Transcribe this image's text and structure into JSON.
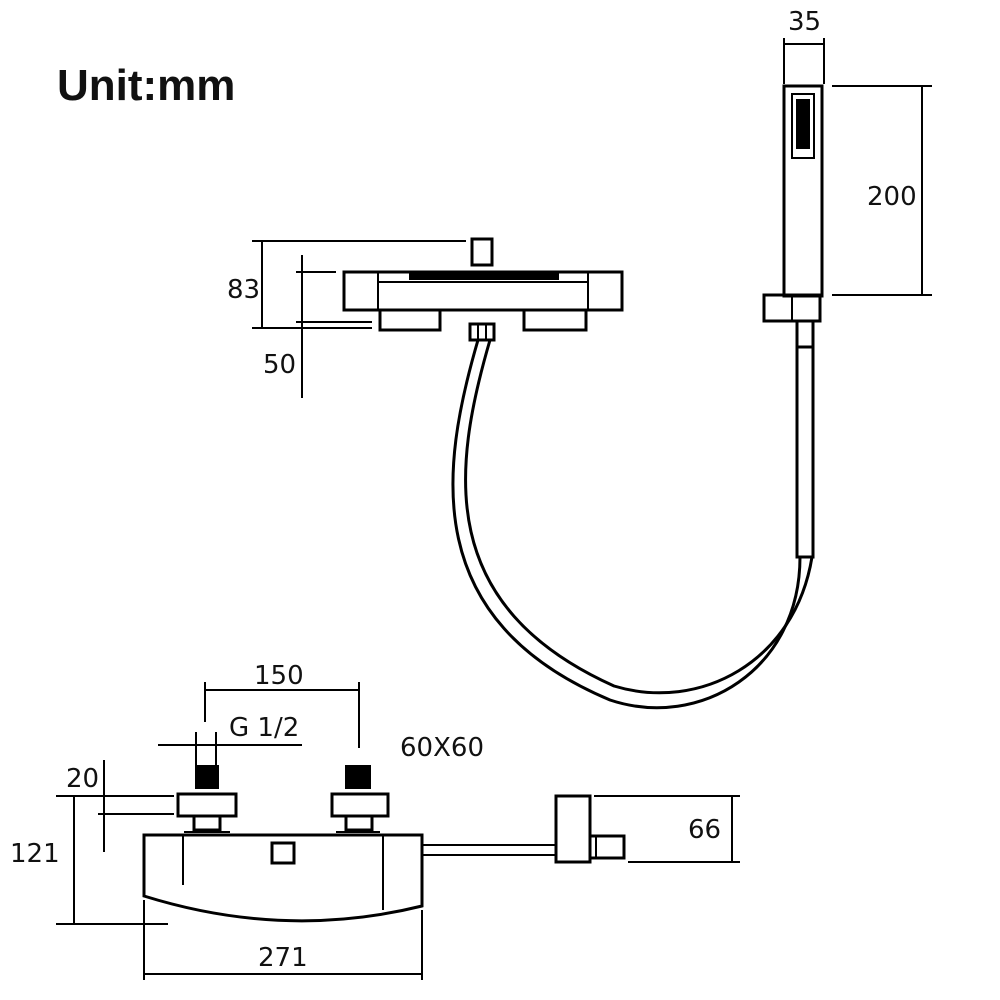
{
  "unit_label": "Unit:mm",
  "dimensions": {
    "handshower_width": "35",
    "handshower_length": "200",
    "showerhead_height": "83",
    "showerhead_offset": "50",
    "inlet_spacing": "150",
    "thread": "G 1/2",
    "connector_size": "60X60",
    "connector_height": "20",
    "body_height": "121",
    "body_width": "271",
    "bracket_depth": "66"
  }
}
